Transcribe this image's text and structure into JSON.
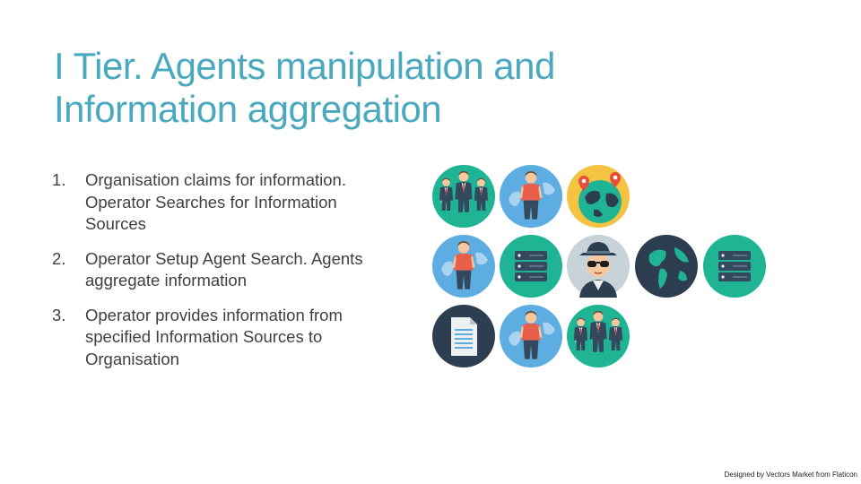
{
  "slide": {
    "title_line1": "I Tier. Agents manipulation and",
    "title_line2": "Information aggregation",
    "items": [
      {
        "number": "1.",
        "text": "Organisation claims for information. Operator Searches for Information Sources"
      },
      {
        "number": "2.",
        "text": "Operator Setup Agent Search. Agents aggregate information"
      },
      {
        "number": "3.",
        "text": "Operator provides information from specified Information Sources to Organisation"
      }
    ],
    "credit": "Designed by Vectors Market from Flaticon"
  },
  "icons": {
    "row1": [
      "organisation-group-icon",
      "operator-icon",
      "world-map-location-icon"
    ],
    "row2": [
      "operator-icon",
      "server-icon",
      "spy-agent-icon",
      "globe-icon",
      "server-icon"
    ],
    "row3": [
      "document-icon",
      "operator-icon",
      "organisation-group-icon"
    ]
  },
  "colors": {
    "title": "#4aa8bf",
    "teal": "#1fb494",
    "sky": "#5dade2",
    "navy": "#2d3e50",
    "yellow": "#f5c342",
    "gray": "#c7d3d8",
    "red": "#e74c3c"
  }
}
